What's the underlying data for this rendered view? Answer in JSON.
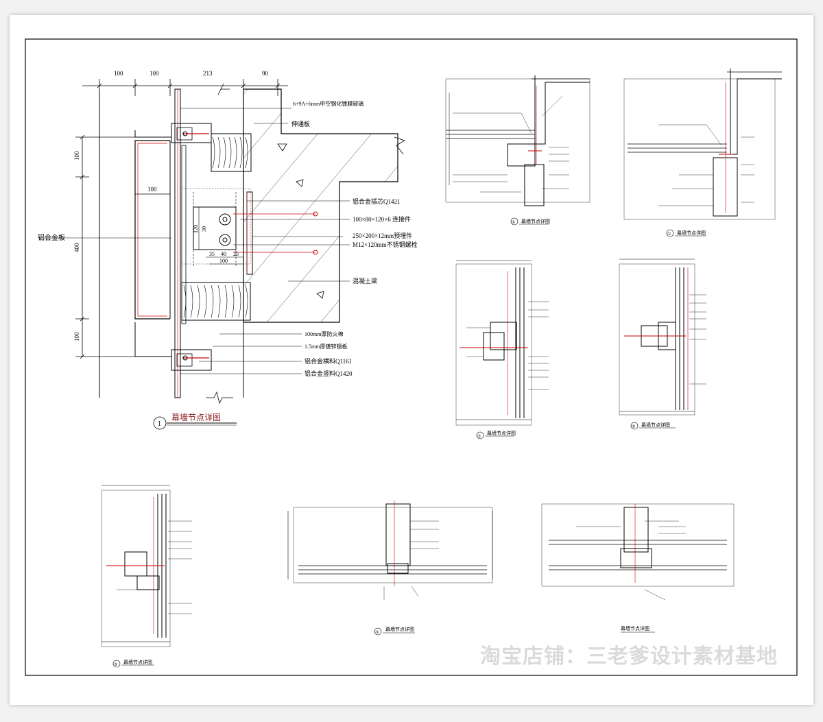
{
  "main_detail": {
    "dims_top": [
      "100",
      "100",
      "213",
      "90"
    ],
    "dims_left": [
      "100",
      "400",
      "100"
    ],
    "dim_inner": "100",
    "bolt_dims_v": [
      "120",
      "30"
    ],
    "bolt_dims_h": [
      "35",
      "40",
      "25",
      "100"
    ],
    "left_label": "铝合金板",
    "callouts": [
      "6+9A+6mm中空钢化镀膜玻璃",
      "伸通板",
      "铝合金插芯Q1421",
      "100×80×120×6 连接件",
      "250×200×12mm预埋件",
      "M12×120mm不锈钢螺栓",
      "混凝土梁",
      "100mm厚防火棉",
      "1.5mm厚镀锌钢板",
      "铝合金横料Q1161",
      "铝合金竖料Q1420"
    ],
    "title_num": "1",
    "title": "幕墙节点详图"
  },
  "small_details": [
    {
      "num": "①",
      "title": "幕墙节点详图"
    },
    {
      "num": "①",
      "title": "幕墙节点详图"
    },
    {
      "num": "②",
      "title": "幕墙节点详图"
    },
    {
      "num": "②",
      "title": "幕墙节点详图"
    },
    {
      "num": "③",
      "title": "幕墙节点详图"
    },
    {
      "num": "③",
      "title": "幕墙节点详图"
    },
    {
      "num": "",
      "title": "幕墙节点详图"
    }
  ],
  "watermark": "淘宝店铺：三老爹设计素材基地"
}
